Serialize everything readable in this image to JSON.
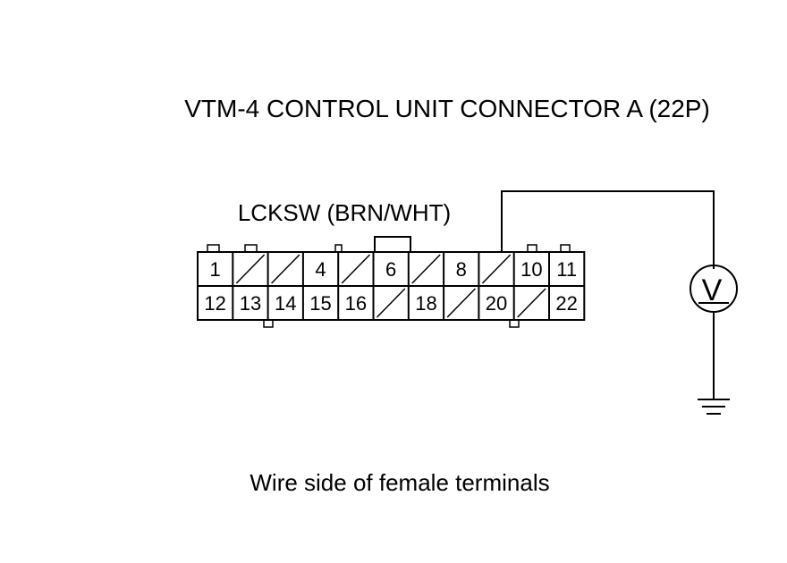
{
  "title": "VTM-4 CONTROL UNIT CONNECTOR A (22P)",
  "wire_label": "LCKSW (BRN/WHT)",
  "caption": "Wire side of female terminals",
  "connector": {
    "top_row": [
      "1",
      "",
      "",
      "4",
      "",
      "6",
      "",
      "8",
      "",
      "10",
      "11"
    ],
    "bottom_row": [
      "12",
      "13",
      "14",
      "15",
      "16",
      "",
      "18",
      "",
      "20",
      "",
      "22"
    ]
  },
  "meter": {
    "symbol": "V"
  }
}
